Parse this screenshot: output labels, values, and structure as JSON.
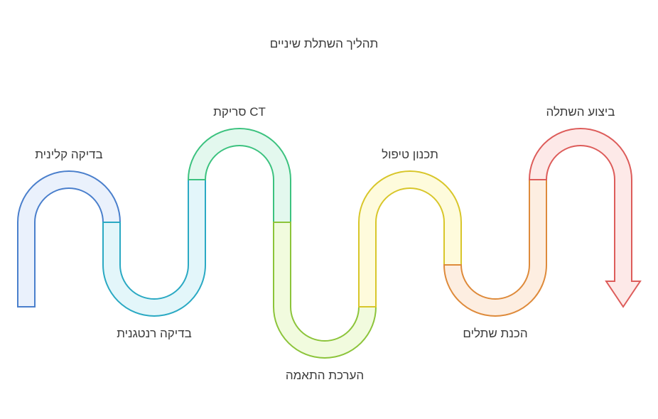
{
  "title": "תהליך השתלת שיניים",
  "steps": [
    {
      "label": "בדיקה קלינית",
      "fill": "#eaf1fc",
      "stroke": "#4a7fcc"
    },
    {
      "label": "בדיקה רנטגנית",
      "fill": "#e3f6fa",
      "stroke": "#2aa9c3"
    },
    {
      "label": "סריקת CT",
      "fill": "#e3f8ee",
      "stroke": "#3cc27f"
    },
    {
      "label": "הערכת התאמה",
      "fill": "#f1fbde",
      "stroke": "#8cc43a"
    },
    {
      "label": "תכנון טיפול",
      "fill": "#fefbdc",
      "stroke": "#d8c62a"
    },
    {
      "label": "הכנת שתלים",
      "fill": "#fdeee1",
      "stroke": "#de8a3a"
    },
    {
      "label": "ביצוע השתלה",
      "fill": "#fde9e8",
      "stroke": "#dd5c5a"
    }
  ]
}
